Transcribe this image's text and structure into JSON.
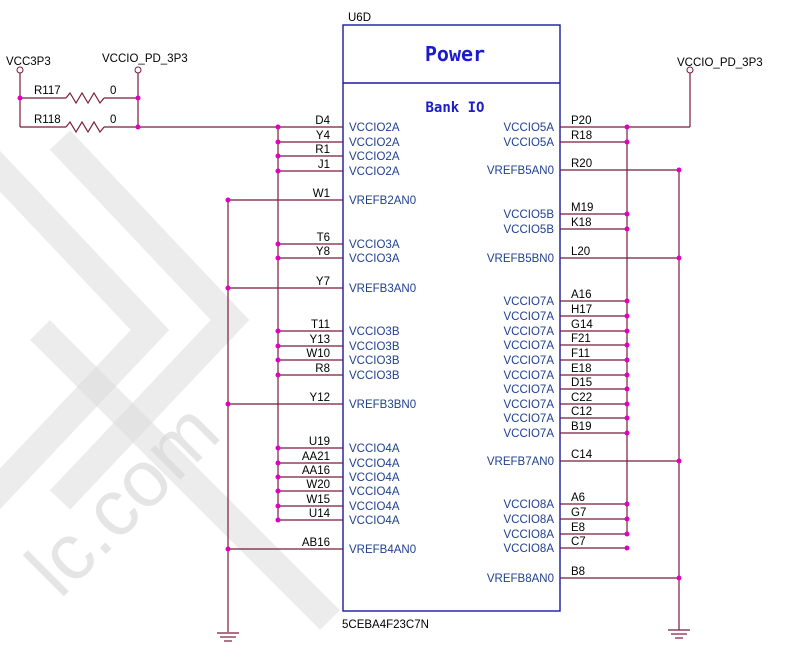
{
  "part": {
    "ref": "U6D",
    "title": "Power",
    "subtitle": "Bank IO",
    "value": "5CEBA4F23C7N"
  },
  "nets": {
    "vcc3p3": "VCC3P3",
    "vccio_left": "VCCIO_PD_3P3",
    "vccio_right": "VCCIO_PD_3P3"
  },
  "resistors": [
    {
      "ref": "R117",
      "value": "0"
    },
    {
      "ref": "R118",
      "value": "0"
    }
  ],
  "left_pins": [
    {
      "num": "D4",
      "name": "VCCIO2A"
    },
    {
      "num": "Y4",
      "name": "VCCIO2A"
    },
    {
      "num": "R1",
      "name": "VCCIO2A"
    },
    {
      "num": "J1",
      "name": "VCCIO2A"
    },
    {
      "num": "W1",
      "name": "VREFB2AN0"
    },
    {
      "num": "T6",
      "name": "VCCIO3A"
    },
    {
      "num": "Y8",
      "name": "VCCIO3A"
    },
    {
      "num": "Y7",
      "name": "VREFB3AN0"
    },
    {
      "num": "T11",
      "name": "VCCIO3B"
    },
    {
      "num": "Y13",
      "name": "VCCIO3B"
    },
    {
      "num": "W10",
      "name": "VCCIO3B"
    },
    {
      "num": "R8",
      "name": "VCCIO3B"
    },
    {
      "num": "Y12",
      "name": "VREFB3BN0"
    },
    {
      "num": "U19",
      "name": "VCCIO4A"
    },
    {
      "num": "AA21",
      "name": "VCCIO4A"
    },
    {
      "num": "AA16",
      "name": "VCCIO4A"
    },
    {
      "num": "W20",
      "name": "VCCIO4A"
    },
    {
      "num": "W15",
      "name": "VCCIO4A"
    },
    {
      "num": "U14",
      "name": "VCCIO4A"
    },
    {
      "num": "AB16",
      "name": "VREFB4AN0"
    }
  ],
  "right_pins": [
    {
      "num": "P20",
      "name": "VCCIO5A"
    },
    {
      "num": "R18",
      "name": "VCCIO5A"
    },
    {
      "num": "R20",
      "name": "VREFB5AN0"
    },
    {
      "num": "M19",
      "name": "VCCIO5B"
    },
    {
      "num": "K18",
      "name": "VCCIO5B"
    },
    {
      "num": "L20",
      "name": "VREFB5BN0"
    },
    {
      "num": "A16",
      "name": "VCCIO7A"
    },
    {
      "num": "H17",
      "name": "VCCIO7A"
    },
    {
      "num": "G14",
      "name": "VCCIO7A"
    },
    {
      "num": "F21",
      "name": "VCCIO7A"
    },
    {
      "num": "F11",
      "name": "VCCIO7A"
    },
    {
      "num": "E18",
      "name": "VCCIO7A"
    },
    {
      "num": "D15",
      "name": "VCCIO7A"
    },
    {
      "num": "C22",
      "name": "VCCIO7A"
    },
    {
      "num": "C12",
      "name": "VCCIO7A"
    },
    {
      "num": "B19",
      "name": "VCCIO7A"
    },
    {
      "num": "C14",
      "name": "VREFB7AN0"
    },
    {
      "num": "A6",
      "name": "VCCIO8A"
    },
    {
      "num": "G7",
      "name": "VCCIO8A"
    },
    {
      "num": "E8",
      "name": "VCCIO8A"
    },
    {
      "num": "C7",
      "name": "VCCIO8A"
    },
    {
      "num": "B8",
      "name": "VREFB8AN0"
    }
  ]
}
